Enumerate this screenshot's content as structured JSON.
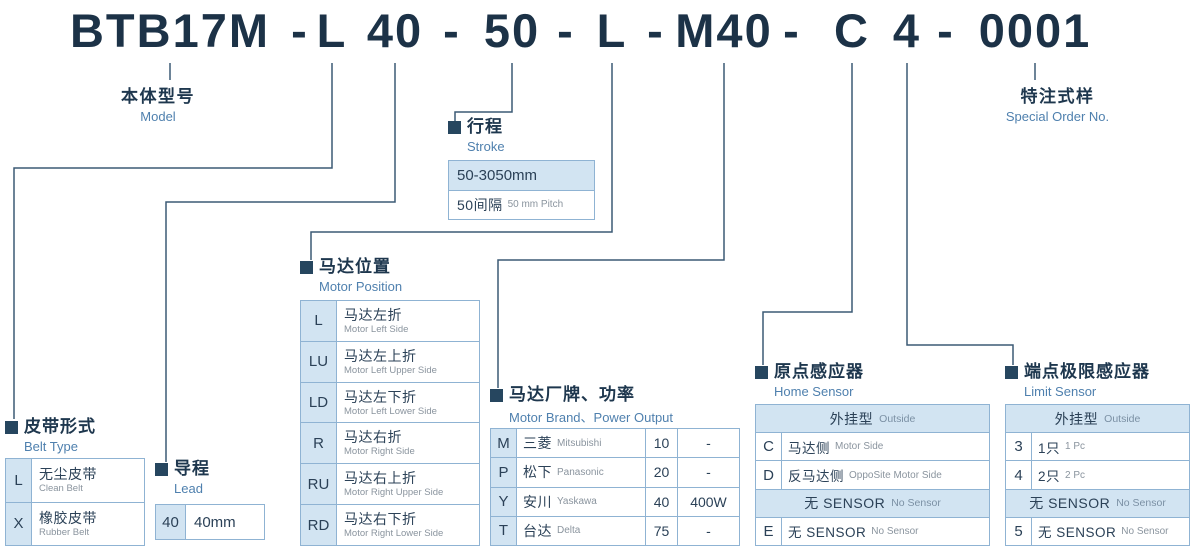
{
  "model_code": {
    "segments": [
      "BTB17M",
      "-",
      "L",
      "40",
      "-",
      "50",
      "-",
      "L",
      "-",
      "M40",
      "-",
      "C",
      "4",
      "-",
      "0001"
    ]
  },
  "callouts": {
    "model": {
      "zh": "本体型号",
      "en": "Model"
    },
    "special_order": {
      "zh": "特注式样",
      "en": "Special Order No."
    }
  },
  "belt_type": {
    "title_zh": "皮带形式",
    "title_en": "Belt Type",
    "rows": [
      {
        "code": "L",
        "zh": "无尘皮带",
        "en": "Clean Belt"
      },
      {
        "code": "X",
        "zh": "橡胶皮带",
        "en": "Rubber Belt"
      }
    ]
  },
  "lead": {
    "title_zh": "导程",
    "title_en": "Lead",
    "rows": [
      {
        "code": "40",
        "value": "40mm"
      }
    ]
  },
  "stroke": {
    "title_zh": "行程",
    "title_en": "Stroke",
    "range": "50-3050mm",
    "pitch_zh": "50间隔",
    "pitch_en": "50 mm Pitch"
  },
  "motor_position": {
    "title_zh": "马达位置",
    "title_en": "Motor Position",
    "rows": [
      {
        "code": "L",
        "zh": "马达左折",
        "en": "Motor Left Side"
      },
      {
        "code": "LU",
        "zh": "马达左上折",
        "en": "Motor Left Upper Side"
      },
      {
        "code": "LD",
        "zh": "马达左下折",
        "en": "Motor Left Lower Side"
      },
      {
        "code": "R",
        "zh": "马达右折",
        "en": "Motor Right Side"
      },
      {
        "code": "RU",
        "zh": "马达右上折",
        "en": "Motor Right Upper Side"
      },
      {
        "code": "RD",
        "zh": "马达右下折",
        "en": "Motor Right Lower Side"
      }
    ]
  },
  "motor_brand": {
    "title_zh": "马达厂牌、功率",
    "title_en": "Motor Brand、Power Output",
    "rows": [
      {
        "code": "M",
        "zh": "三菱",
        "en": "Mitsubishi",
        "power": "10",
        "watt": "-"
      },
      {
        "code": "P",
        "zh": "松下",
        "en": "Panasonic",
        "power": "20",
        "watt": "-"
      },
      {
        "code": "Y",
        "zh": "安川",
        "en": "Yaskawa",
        "power": "40",
        "watt": "400W"
      },
      {
        "code": "T",
        "zh": "台达",
        "en": "Delta",
        "power": "75",
        "watt": "-"
      }
    ]
  },
  "home_sensor": {
    "title_zh": "原点感应器",
    "title_en": "Home Sensor",
    "header1_zh": "外挂型",
    "header1_en": "Outside",
    "rows1": [
      {
        "code": "C",
        "zh": "马达侧",
        "en": "Motor Side"
      },
      {
        "code": "D",
        "zh": "反马达侧",
        "en": "OppoSite Motor Side"
      }
    ],
    "header2_zh": "无 SENSOR",
    "header2_en": "No Sensor",
    "rows2": [
      {
        "code": "E",
        "zh": "无 SENSOR",
        "en": "No Sensor"
      }
    ]
  },
  "limit_sensor": {
    "title_zh": "端点极限感应器",
    "title_en": "Limit Sensor",
    "header1_zh": "外挂型",
    "header1_en": "Outside",
    "rows1": [
      {
        "code": "3",
        "zh": "1只",
        "en": "1 Pc"
      },
      {
        "code": "4",
        "zh": "2只",
        "en": "2 Pc"
      }
    ],
    "header2_zh": "无 SENSOR",
    "header2_en": "No Sensor",
    "rows2": [
      {
        "code": "5",
        "zh": "无 SENSOR",
        "en": "No Sensor"
      }
    ]
  }
}
